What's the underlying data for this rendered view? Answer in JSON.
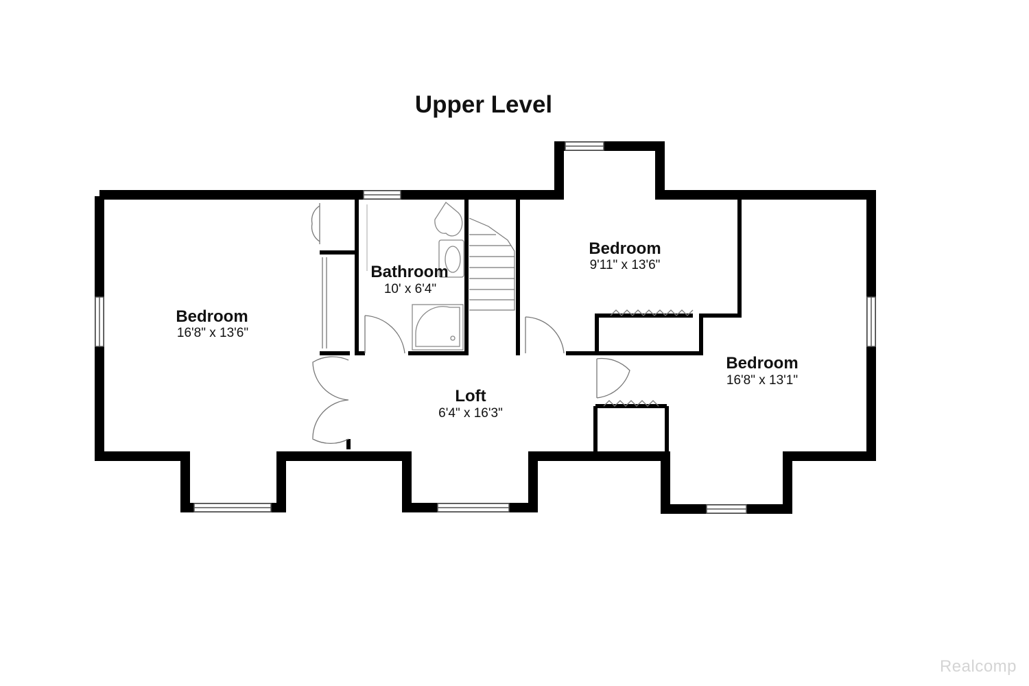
{
  "title": "Upper Level",
  "rooms": [
    {
      "name": "Bedroom",
      "dimensions": "16'8\" x 13'6\""
    },
    {
      "name": "Bathroom",
      "dimensions": "10' x 6'4\""
    },
    {
      "name": "Bedroom",
      "dimensions": "9'11\" x 13'6\""
    },
    {
      "name": "Bedroom",
      "dimensions": "16'8\" x 13'1\""
    },
    {
      "name": "Loft",
      "dimensions": "6'4\" x 16'3\""
    }
  ],
  "watermark": "Realcomp",
  "colors": {
    "wall": "#000000",
    "background": "#ffffff",
    "fixture": "#9a9a9a",
    "watermark": "#d4d4d4"
  }
}
